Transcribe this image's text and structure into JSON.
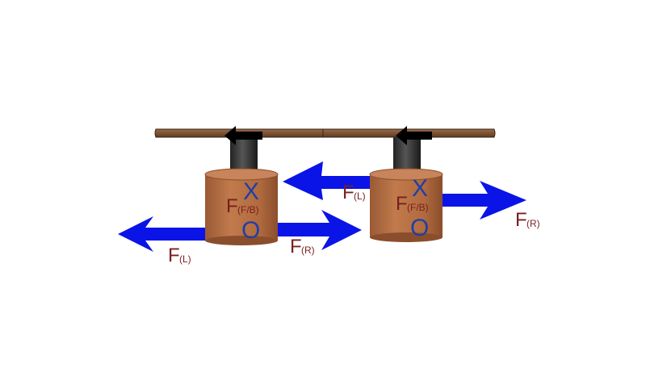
{
  "colors": {
    "arrow": "#0a14e6",
    "force_label": "#7a1f1f",
    "xo": "#1f3fa8",
    "cylinder": "#b36b3f",
    "shaft": "#333333",
    "plate": "#7a4a2a"
  },
  "left_unit": {
    "x_mark": "X",
    "o_mark": "O",
    "center_force": {
      "main": "F",
      "sub": "(F/B)"
    },
    "left_force": {
      "main": "F",
      "sub": "(L)"
    },
    "right_force": {
      "main": "F",
      "sub": "(R)"
    }
  },
  "right_unit": {
    "x_mark": "X",
    "o_mark": "O",
    "center_force": {
      "main": "F",
      "sub": "(F/B)"
    },
    "left_force": {
      "main": "F",
      "sub": "(L)"
    },
    "right_force": {
      "main": "F",
      "sub": "(R)"
    }
  }
}
